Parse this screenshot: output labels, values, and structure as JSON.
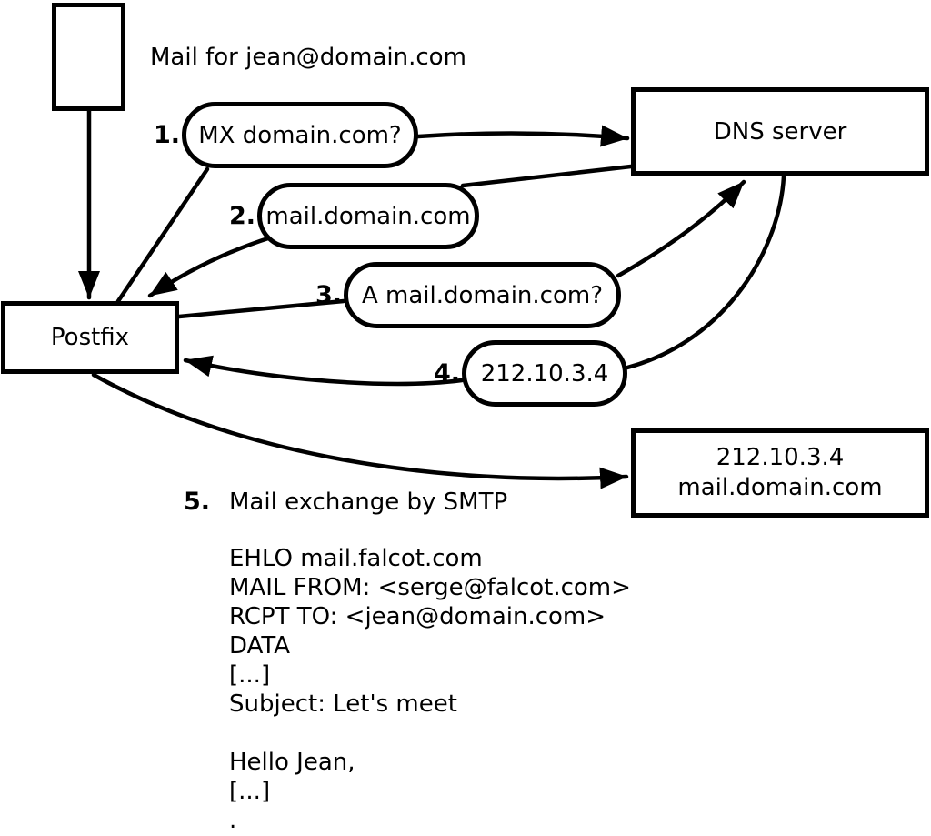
{
  "diagram": {
    "caption": "Mail for jean@domain.com",
    "nodes": {
      "postfix": {
        "label": "Postfix"
      },
      "dns": {
        "label": "DNS server"
      },
      "mailserver": {
        "line1": "212.10.3.4",
        "line2": "mail.domain.com"
      }
    },
    "steps": [
      {
        "num": "1.",
        "label": "MX domain.com?"
      },
      {
        "num": "2.",
        "label": "mail.domain.com"
      },
      {
        "num": "3.",
        "label": "A mail.domain.com?"
      },
      {
        "num": "4.",
        "label": "212.10.3.4"
      },
      {
        "num": "5.",
        "label": "Mail exchange by SMTP"
      }
    ],
    "smtp": {
      "lines": [
        "EHLO mail.falcot.com",
        "MAIL FROM: <serge@falcot.com>",
        "RCPT TO: <jean@domain.com>",
        "DATA",
        "[...]",
        "Subject: Let's meet",
        "",
        "Hello Jean,",
        "[...]",
        "."
      ]
    },
    "colors": {
      "line": "#000000",
      "text": "#000000",
      "background": "#ffffff"
    }
  }
}
